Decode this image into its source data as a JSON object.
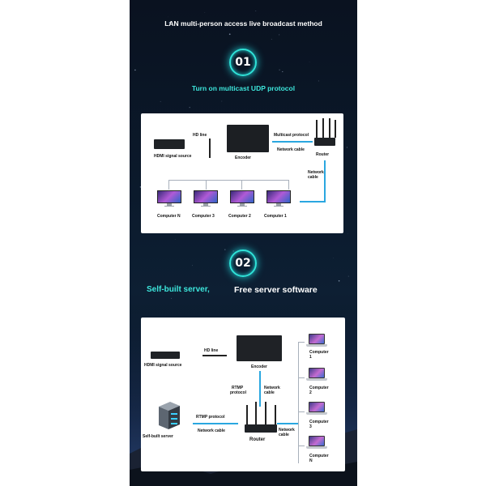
{
  "header": {
    "title": "LAN multi-person access live broadcast method"
  },
  "section1": {
    "badge": "01",
    "heading": "Turn on multicast UDP protocol",
    "labels": {
      "hd_line": "HD line",
      "hdmi_source": "HDMI signal source",
      "encoder": "Encoder",
      "multicast": "Multicast protocol",
      "network_cable": "Network cable",
      "router": "Router",
      "network_cable_2a": "Network",
      "network_cable_2b": "cable"
    },
    "computers": [
      "Computer N",
      "Computer 3",
      "Computer 2",
      "Computer 1"
    ]
  },
  "section2": {
    "badge": "02",
    "heading_accent": "Self-built server,",
    "heading_rest": "Free server software",
    "labels": {
      "hd_line": "HD line",
      "hdmi_source": "HDMI signal source",
      "encoder": "Encoder",
      "rtmp_a": "RTMP",
      "rtmp_b": "protocol",
      "network_a": "Network",
      "network_b": "cable",
      "server": "Self-built server",
      "rtmp_protocol": "RTMP protocol",
      "network_cable": "Network cable",
      "router": "Router",
      "router_cable_a": "Network",
      "router_cable_b": "cable"
    },
    "computers": [
      {
        "a": "Computer",
        "b": "1"
      },
      {
        "a": "Computer",
        "b": "2"
      },
      {
        "a": "Computer",
        "b": "3"
      },
      {
        "a": "Computer",
        "b": "N"
      }
    ]
  },
  "colors": {
    "accent": "#2fe3d8",
    "cable_blue": "#2aa7e0",
    "background": "#0b1a2c"
  }
}
